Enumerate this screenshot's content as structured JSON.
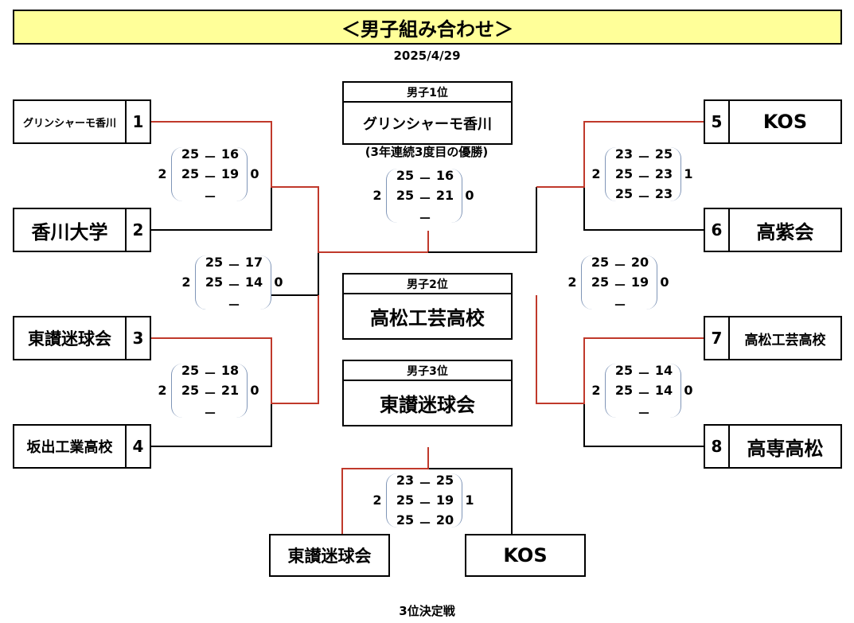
{
  "title": "＜男子組み合わせ＞",
  "date": "2025/4/29",
  "teams": [
    {
      "seed": "1",
      "name": "グリンシャーモ香川"
    },
    {
      "seed": "2",
      "name": "香川大学"
    },
    {
      "seed": "3",
      "name": "東讃迷球会"
    },
    {
      "seed": "4",
      "name": "坂出工業高校"
    },
    {
      "seed": "5",
      "name": "KOS"
    },
    {
      "seed": "6",
      "name": "高紫会"
    },
    {
      "seed": "7",
      "name": "高松工芸高校"
    },
    {
      "seed": "8",
      "name": "高専高松"
    }
  ],
  "rankings": {
    "first": {
      "label": "男子1位",
      "team": "グリンシャーモ香川",
      "note": "(3年連続3度目の優勝)"
    },
    "second": {
      "label": "男子2位",
      "team": "高松工芸高校"
    },
    "third": {
      "label": "男子3位",
      "team": "東讃迷球会"
    }
  },
  "matches": {
    "m1": {
      "sets_won_left": "2",
      "sets_won_right": "0",
      "sets": [
        [
          "25",
          "16"
        ],
        [
          "25",
          "19"
        ],
        [
          "",
          ""
        ]
      ]
    },
    "m2": {
      "sets_won_left": "2",
      "sets_won_right": "0",
      "sets": [
        [
          "25",
          "17"
        ],
        [
          "25",
          "14"
        ],
        [
          "",
          ""
        ]
      ]
    },
    "m3": {
      "sets_won_left": "2",
      "sets_won_right": "0",
      "sets": [
        [
          "25",
          "18"
        ],
        [
          "25",
          "21"
        ],
        [
          "",
          ""
        ]
      ]
    },
    "m4": {
      "sets_won_left": "2",
      "sets_won_right": "1",
      "sets": [
        [
          "23",
          "25"
        ],
        [
          "25",
          "23"
        ],
        [
          "25",
          "23"
        ]
      ]
    },
    "m5": {
      "sets_won_left": "2",
      "sets_won_right": "0",
      "sets": [
        [
          "25",
          "20"
        ],
        [
          "25",
          "19"
        ],
        [
          "",
          ""
        ]
      ]
    },
    "m6": {
      "sets_won_left": "2",
      "sets_won_right": "0",
      "sets": [
        [
          "25",
          "14"
        ],
        [
          "25",
          "14"
        ],
        [
          "",
          ""
        ]
      ]
    },
    "final": {
      "sets_won_left": "2",
      "sets_won_right": "0",
      "sets": [
        [
          "25",
          "16"
        ],
        [
          "25",
          "21"
        ],
        [
          "",
          ""
        ]
      ]
    },
    "third_place": {
      "sets_won_left": "2",
      "sets_won_right": "1",
      "sets": [
        [
          "23",
          "25"
        ],
        [
          "25",
          "19"
        ],
        [
          "25",
          "20"
        ]
      ]
    }
  },
  "third_place_match": {
    "left_team": "東讃迷球会",
    "right_team": "KOS",
    "label": "3位決定戦"
  },
  "colors": {
    "title_bg": "#ffff99",
    "winner_line": "#c0392b",
    "bracket_line": "#000000",
    "paren": "#7f95b7"
  }
}
